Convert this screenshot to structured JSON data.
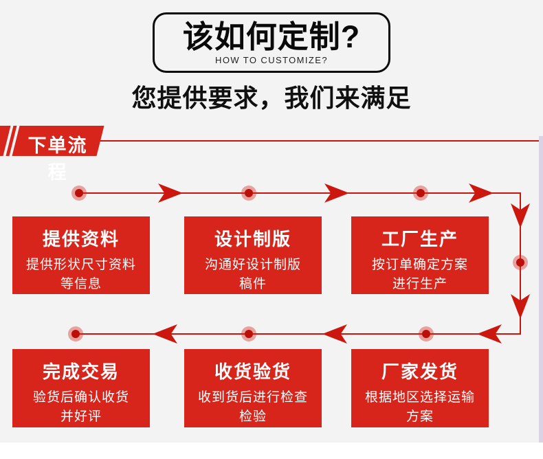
{
  "header": {
    "title": "该如何定制?",
    "subtitle": "HOW TO CUSTOMIZE?",
    "tagline": "您提供要求，我们来满足"
  },
  "process_section": {
    "banner_label": "下单流程"
  },
  "flow": {
    "steps": [
      {
        "title": "提供资料",
        "desc_line1": "提供形状尺寸资料",
        "desc_line2": "等信息"
      },
      {
        "title": "设计制版",
        "desc_line1": "沟通好设计制版",
        "desc_line2": "稿件"
      },
      {
        "title": "工厂生产",
        "desc_line1": "按订单确定方案",
        "desc_line2": "进行生产"
      },
      {
        "title": "完成交易",
        "desc_line1": "验货后确认收货",
        "desc_line2": "并好评"
      },
      {
        "title": "收货验货",
        "desc_line1": "收到货后进行检查",
        "desc_line2": "检验"
      },
      {
        "title": "厂家发货",
        "desc_line1": "根据地区选择运输",
        "desc_line2": "方案"
      }
    ]
  },
  "colors": {
    "box_red": "#d8251c",
    "line_red": "#c9150e",
    "title_black": "#0a0a0a",
    "background_gray": "#f3f3f3",
    "right_strip_lavender": "#d9d3e5"
  }
}
